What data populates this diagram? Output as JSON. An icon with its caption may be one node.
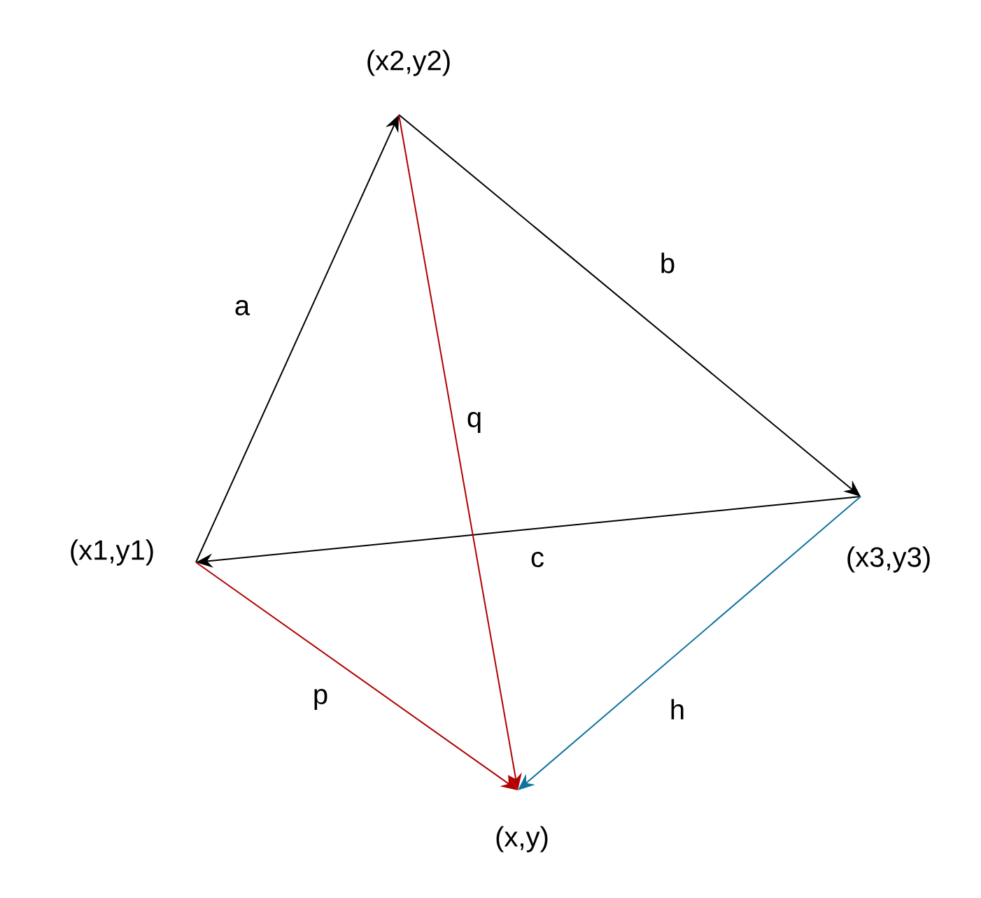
{
  "diagram": {
    "nodes": [
      {
        "text": [
          "(x2,y2)"
        ]
      },
      {
        "text": [
          "(x1,y1)"
        ]
      },
      {
        "text": [
          "(x3,y3)"
        ]
      },
      {
        "text": [
          "(x,y)"
        ]
      }
    ],
    "edges": [
      {
        "from": 1,
        "to": 0,
        "arrow": "to",
        "label": "a"
      },
      {
        "from": 0,
        "to": 2,
        "arrow": "to",
        "label": "b"
      },
      {
        "from": 2,
        "to": 1,
        "arrow": "to",
        "label": "c"
      },
      {
        "from": 0,
        "to": 3,
        "arrow": "to",
        "label": "q",
        "color": "#b20000"
      },
      {
        "from": 1,
        "to": 3,
        "arrow": "to",
        "label": "p",
        "color": "#b20000"
      },
      {
        "from": 2,
        "to": 3,
        "arrow": "to",
        "label": "h",
        "color": "#10739e"
      }
    ]
  }
}
